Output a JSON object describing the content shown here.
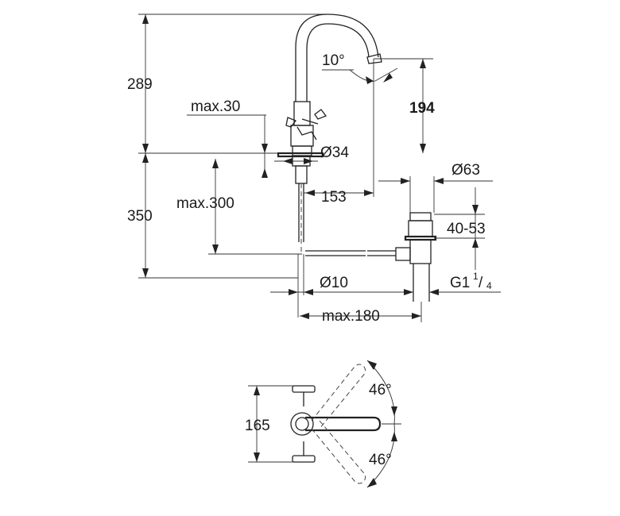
{
  "dimensions": {
    "total_height_upper": "289",
    "spout_height": "194",
    "max_thickness": "max.30",
    "body_diameter": "Ø34",
    "spout_reach": "153",
    "spout_angle": "10°",
    "total_height_lower": "350",
    "max_hose": "max.300",
    "waste_diameter": "Ø63",
    "waste_height": "40-53",
    "hose_diameter": "Ø10",
    "max_180": "max.180",
    "thread_main": "G1",
    "thread_num": "1",
    "thread_den": "4",
    "handle_span": "165",
    "angle_upper": "46°",
    "angle_lower": "46°"
  }
}
